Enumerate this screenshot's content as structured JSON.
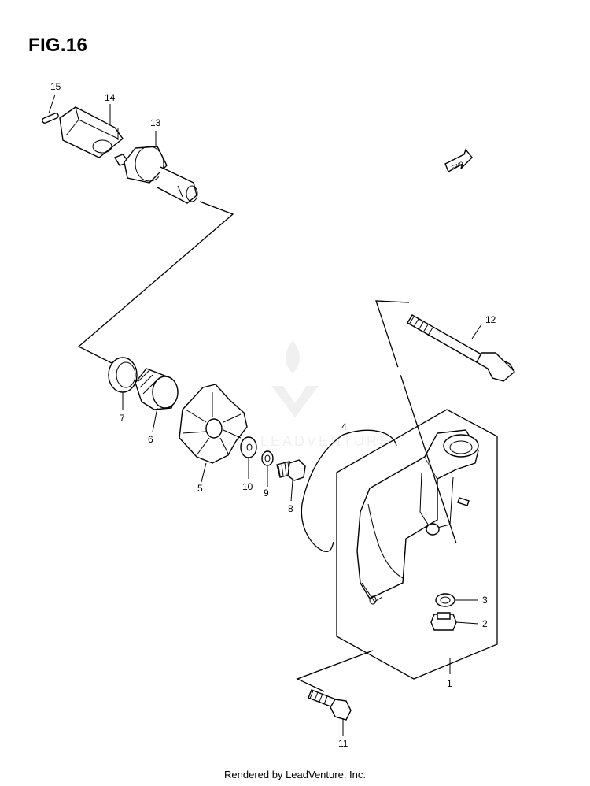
{
  "figure": {
    "title": "FIG.16",
    "footer": "Rendered by LeadVenture, Inc.",
    "fwd_label": "FWD",
    "watermark": "LEADVENTURE"
  },
  "callouts": [
    "1",
    "2",
    "3",
    "4",
    "5",
    "6",
    "7",
    "8",
    "9",
    "10",
    "11",
    "12",
    "13",
    "14",
    "15"
  ]
}
